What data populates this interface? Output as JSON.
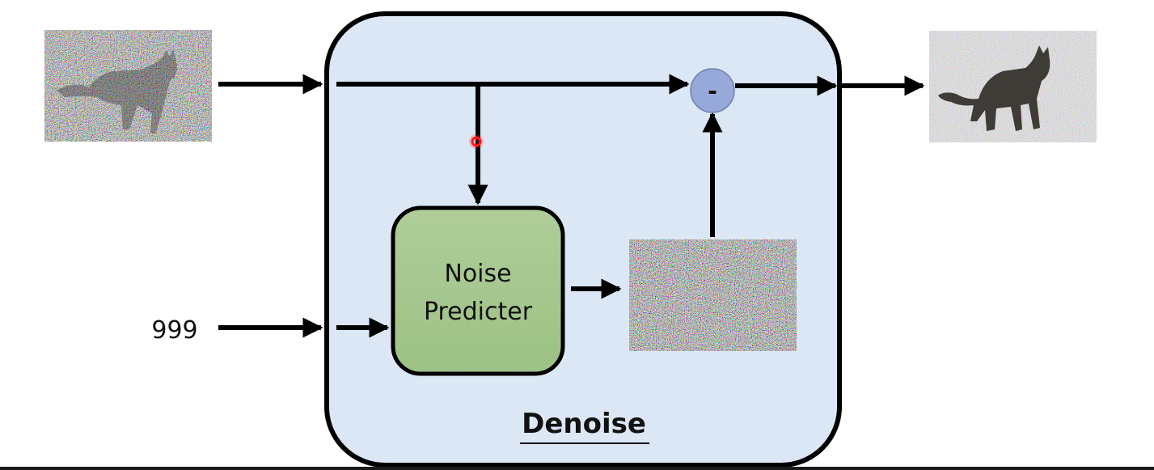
{
  "diagram": {
    "title": "Denoise",
    "step_input_label": "999",
    "module_label_line1": "Noise",
    "module_label_line2": "Predicter",
    "operator_symbol": "-",
    "images": {
      "input": "noisy-cat-image",
      "predicted_noise": "predicted-noise-image",
      "output": "less-noisy-cat-image"
    },
    "colors": {
      "denoise_box_fill": "#dbe7f4",
      "predictor_fill": "#a8c990",
      "operator_fill": "#97a9d9",
      "stroke": "#000000",
      "cursor": "#ff1a1a"
    }
  }
}
